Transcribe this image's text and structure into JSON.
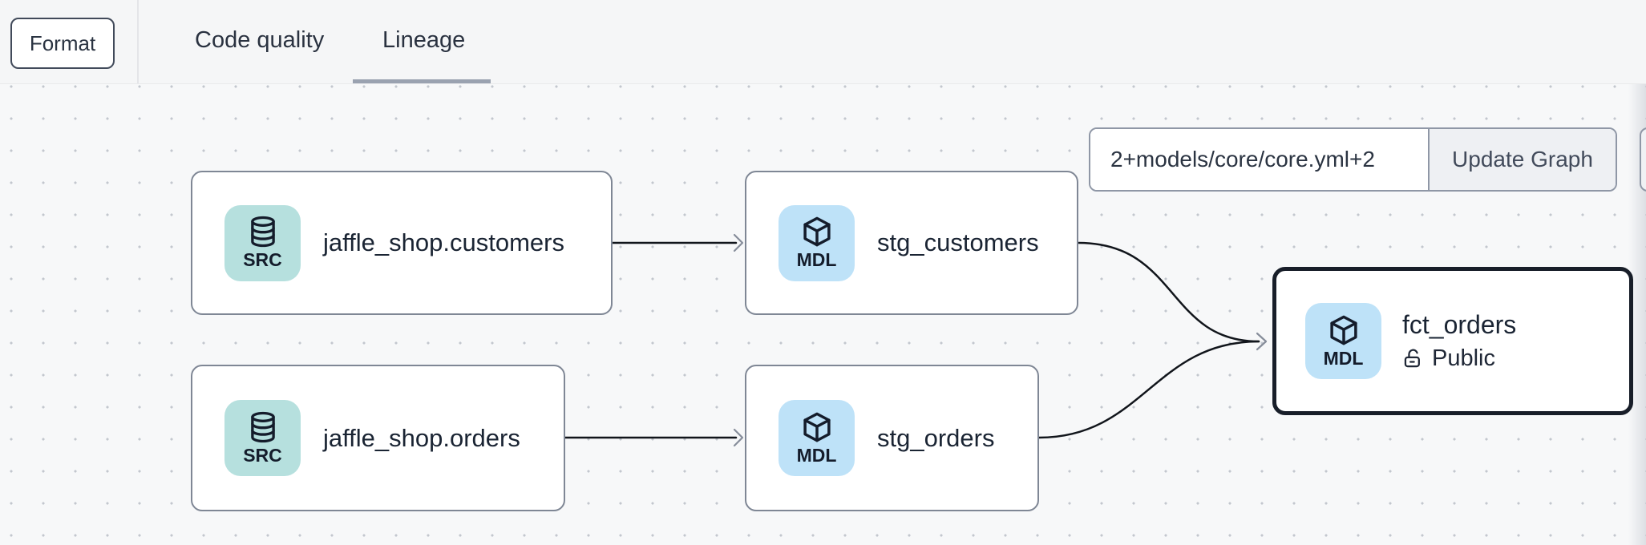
{
  "toolbar": {
    "format_label": "Format",
    "tabs": [
      {
        "label": "Code quality",
        "active": false
      },
      {
        "label": "Lineage",
        "active": true
      }
    ]
  },
  "graph_controls": {
    "selector_value": "2+models/core/core.yml+2",
    "update_button_label": "Update Graph"
  },
  "lineage": {
    "nodes": [
      {
        "label": "jaffle_shop.customers",
        "badge": "SRC",
        "selected": false
      },
      {
        "label": "stg_customers",
        "badge": "MDL",
        "selected": false
      },
      {
        "label": "jaffle_shop.orders",
        "badge": "SRC",
        "selected": false
      },
      {
        "label": "stg_orders",
        "badge": "MDL",
        "selected": false
      },
      {
        "label": "fct_orders",
        "badge": "MDL",
        "selected": true,
        "access_label": "Public"
      }
    ],
    "edges": [
      {
        "from": "jaffle_shop.customers",
        "to": "stg_customers"
      },
      {
        "from": "jaffle_shop.orders",
        "to": "stg_orders"
      },
      {
        "from": "stg_customers",
        "to": "fct_orders"
      },
      {
        "from": "stg_orders",
        "to": "fct_orders"
      }
    ]
  },
  "colors": {
    "source_badge": "#b6e0de",
    "model_badge": "#bee2f8",
    "node_border": "#7f8795",
    "selected_node_border": "#181e29",
    "edge_line": "#11151b",
    "arrowhead": "#868d9a",
    "tab_underline": "#9aa2b0",
    "canvas_dot": "#c3c7ce"
  }
}
